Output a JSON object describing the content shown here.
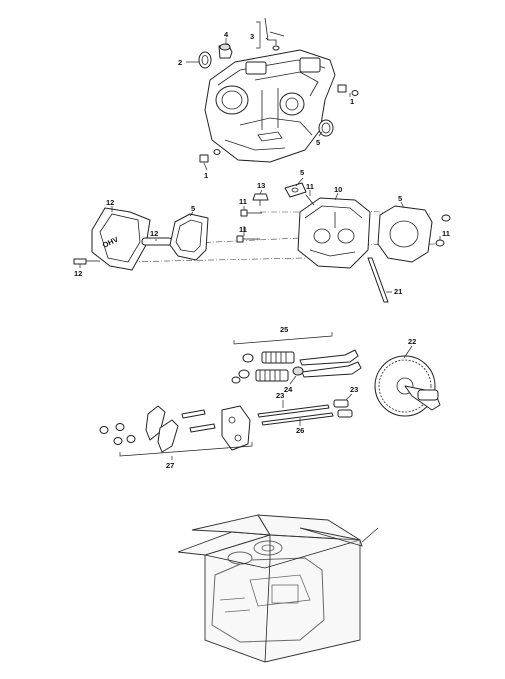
{
  "callouts": [
    {
      "id": "c3",
      "text": "3"
    },
    {
      "id": "c4",
      "text": "4"
    },
    {
      "id": "c2",
      "text": "2"
    },
    {
      "id": "c1a",
      "text": "1"
    },
    {
      "id": "c5a",
      "text": "5"
    },
    {
      "id": "c1b",
      "text": "1"
    },
    {
      "id": "c13",
      "text": "13"
    },
    {
      "id": "c5b",
      "text": "5"
    },
    {
      "id": "c11a",
      "text": "11"
    },
    {
      "id": "c10",
      "text": "10"
    },
    {
      "id": "c12a",
      "text": "12"
    },
    {
      "id": "c5c",
      "text": "5"
    },
    {
      "id": "c12b",
      "text": "12"
    },
    {
      "id": "c5d",
      "text": "5"
    },
    {
      "id": "c11b",
      "text": "11"
    },
    {
      "id": "c11c",
      "text": "11"
    },
    {
      "id": "c12c",
      "text": "12"
    },
    {
      "id": "c11d",
      "text": "11"
    },
    {
      "id": "c21",
      "text": "21"
    },
    {
      "id": "c25",
      "text": "25"
    },
    {
      "id": "c22",
      "text": "22"
    },
    {
      "id": "c24",
      "text": "24"
    },
    {
      "id": "c23a",
      "text": "23"
    },
    {
      "id": "c23b",
      "text": "23"
    },
    {
      "id": "c26",
      "text": "26"
    },
    {
      "id": "c27",
      "text": "27"
    }
  ],
  "cover_text": "OHV"
}
